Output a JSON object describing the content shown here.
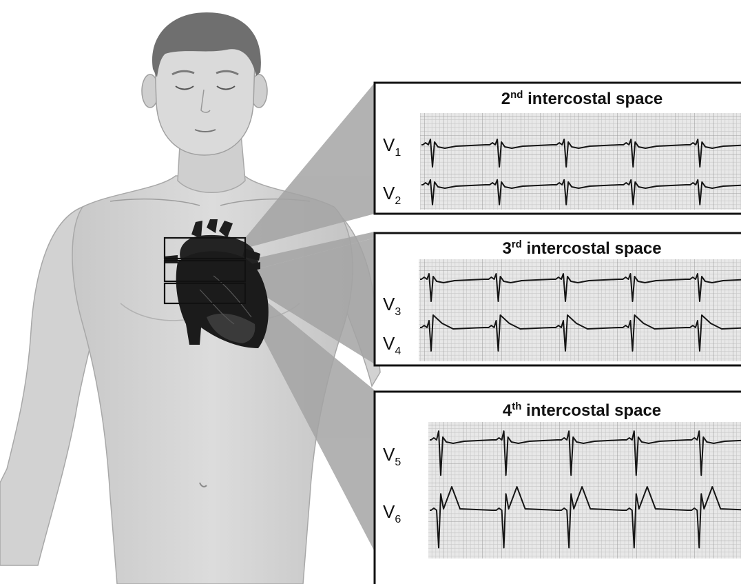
{
  "panels": [
    {
      "id": "panel-2nd",
      "title_ordinal": "2",
      "title_suffix": "nd",
      "title_rest": " intercostal space",
      "leads": [
        {
          "letter": "V",
          "num": "1"
        },
        {
          "letter": "V",
          "num": "2"
        }
      ]
    },
    {
      "id": "panel-3rd",
      "title_ordinal": "3",
      "title_suffix": "rd",
      "title_rest": " intercostal space",
      "leads": [
        {
          "letter": "V",
          "num": "3"
        },
        {
          "letter": "V",
          "num": "4"
        }
      ]
    },
    {
      "id": "panel-4th",
      "title_ordinal": "4",
      "title_suffix": "th",
      "title_rest": " intercostal space",
      "leads": [
        {
          "letter": "V",
          "num": "5"
        },
        {
          "letter": "V",
          "num": "6"
        }
      ]
    }
  ],
  "colors": {
    "skin": "#d9d9d9",
    "hair": "#6e6e6e",
    "heart": "#1c1c1c",
    "grid_bg": "#e6e6e6",
    "grid_line": "#b5b5b5",
    "trace": "#151515",
    "connector": "#9a9a9a"
  }
}
